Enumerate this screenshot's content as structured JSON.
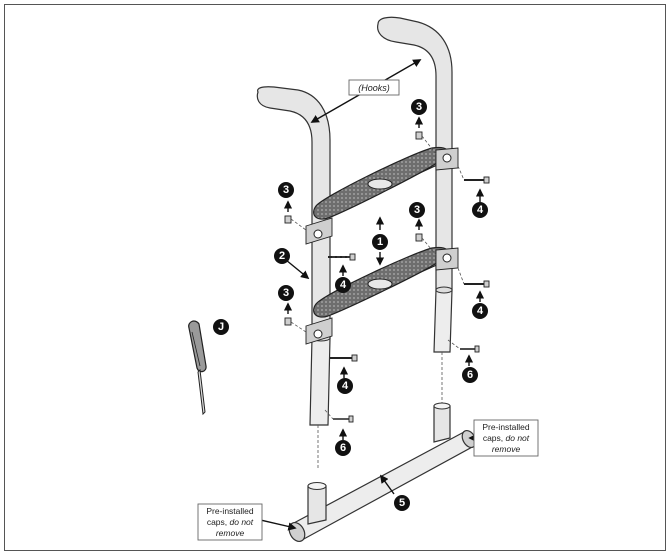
{
  "labels": {
    "hooks": "(Hooks)",
    "callout_left": {
      "line1": "Pre-installed",
      "line2_prefix": "caps, ",
      "line2_italic": "do not",
      "line3": "remove"
    },
    "callout_right": {
      "line1": "Pre-installed",
      "line2_prefix": "caps, ",
      "line2_italic": "do not",
      "line3": "remove"
    }
  },
  "markers": {
    "step": "1",
    "rail": "2",
    "nut": "3",
    "bolt": "4",
    "base": "5",
    "pin": "6",
    "screwdriver": "J"
  },
  "colors": {
    "marker_fill": "#111111",
    "marker_text": "#ffffff",
    "step_tread": "#8a8a8a",
    "tube": "#e6e6e6"
  }
}
